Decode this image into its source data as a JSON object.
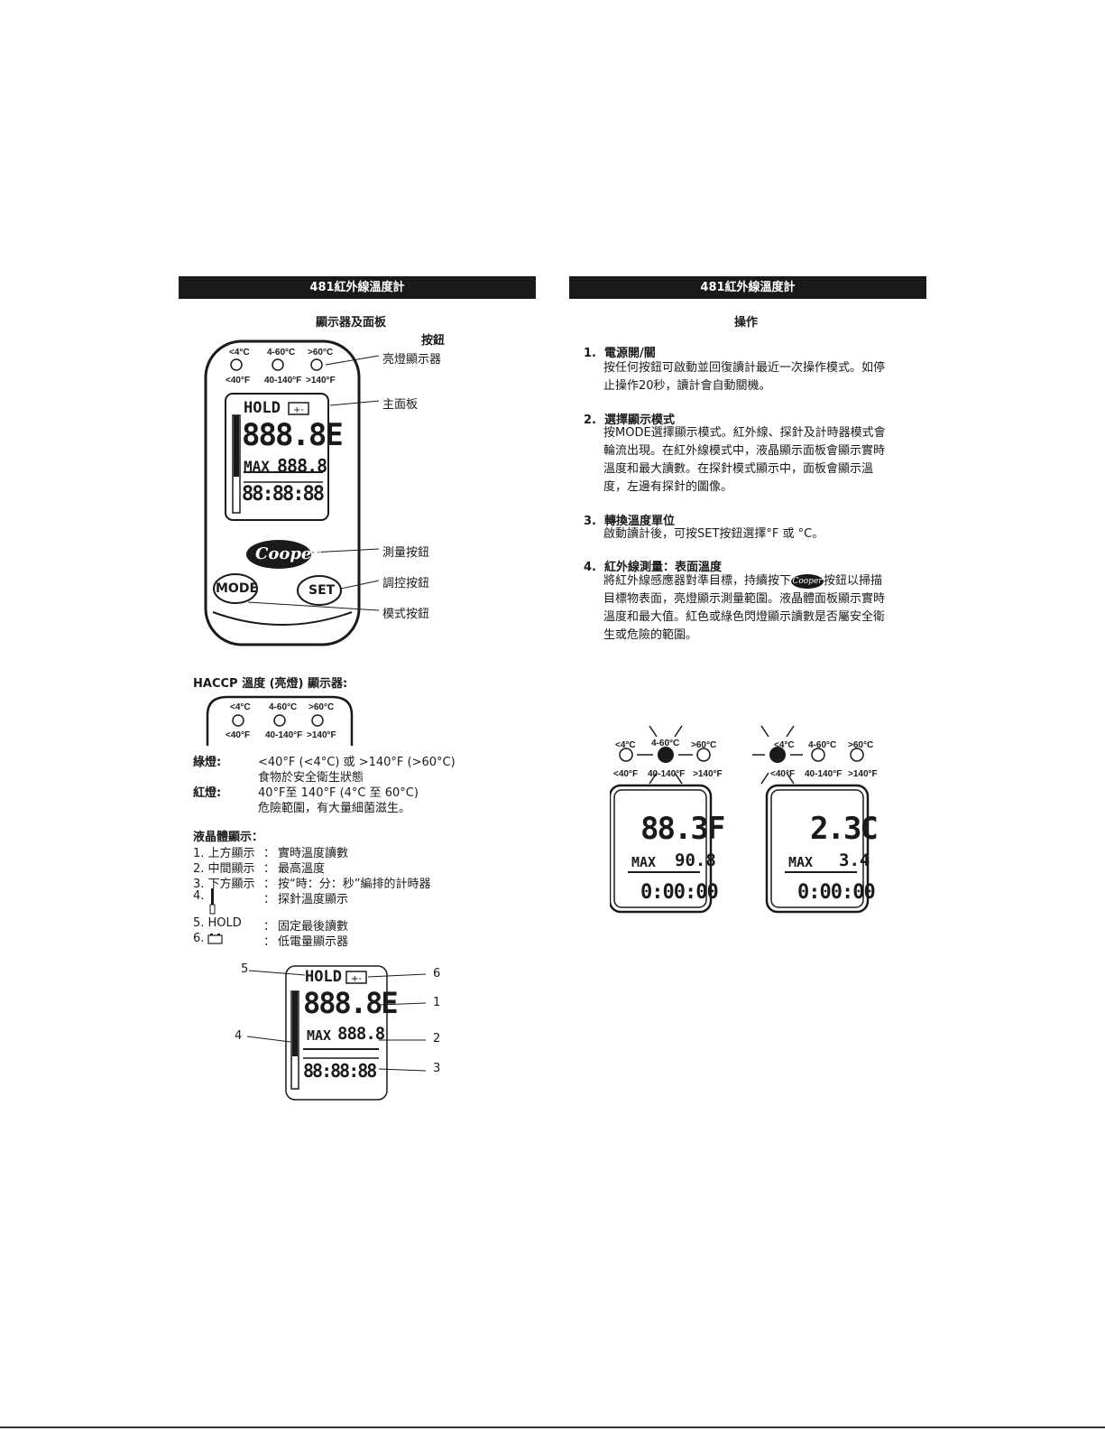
{
  "left": {
    "header": "481紅外線溫度計",
    "subtitle": "顯示器及面板",
    "buttons_label": "按鈕",
    "device": {
      "led_top": [
        "<4°C",
        "4-60°C",
        ">60°C"
      ],
      "led_bottom": [
        "<40°F",
        "40-140°F",
        ">140°F"
      ],
      "lcd_hold": "HOLD",
      "lcd_main": "888.8E",
      "lcd_max_label": "MAX",
      "lcd_max": "888.8",
      "lcd_timer": "88:88:88",
      "brand": "Cooper",
      "mode_btn": "MODE",
      "set_btn": "SET"
    },
    "callouts": [
      "亮燈顯示器",
      "主面板",
      "測量按鈕",
      "調控按鈕",
      "模式按鈕"
    ],
    "haccp": {
      "title": "HACCP 溫度 (亮燈) 顯示器:",
      "green_label": "綠燈:",
      "green_line1": "<40°F (<4°C) 或 >140°F (>60°C)",
      "green_line2": "食物於安全衛生狀態",
      "red_label": "紅燈:",
      "red_line1": "40°F至 140°F (4°C 至 60°C)",
      "red_line2": "危險範圍，有大量細菌滋生。"
    },
    "lcd": {
      "title": "液晶體顯示：",
      "items": [
        {
          "num": "1. 上方顯示",
          "sep": "：",
          "desc": "實時溫度讀數"
        },
        {
          "num": "2. 中間顯示",
          "sep": "：",
          "desc": "最高溫度"
        },
        {
          "num": "3. 下方顯示",
          "sep": "：",
          "desc": "按“時：分：秒”編排的計時器"
        },
        {
          "num": "4.",
          "sep": "：",
          "desc": "探針溫度顯示"
        },
        {
          "num": "5. HOLD",
          "sep": "：",
          "desc": "固定最後讀數"
        },
        {
          "num": "6.",
          "sep": "：",
          "desc": "低電量顯示器"
        }
      ],
      "diagram_numbers": [
        "5",
        "6",
        "1",
        "4",
        "2",
        "3"
      ]
    }
  },
  "right": {
    "header": "481紅外線溫度計",
    "subtitle": "操作",
    "sections": [
      {
        "num": "1.",
        "title": "電源開/關",
        "lines": [
          "按任何按鈕可啟動並回復讀計最近一次操作模式。如停",
          "止操作20秒，讀計會自動關機。"
        ]
      },
      {
        "num": "2.",
        "title": "選擇顯示模式",
        "lines": [
          "按MODE選擇顯示模式。紅外線、探針及計時器模式會",
          "輪流出現。在紅外線模式中，液晶顯示面板會顯示實時",
          "溫度和最大讀數。在探針模式顯示中，面板會顯示溫",
          "度，左邊有探針的圖像。"
        ]
      },
      {
        "num": "3.",
        "title": "轉換溫度單位",
        "lines": [
          "啟動讀計後，可按SET按鈕選擇°F 或 °C。"
        ]
      },
      {
        "num": "4.",
        "title": "紅外線測量：表面溫度",
        "lines": [
          "將紅外線感應器對準目標，持續按下",
          "按鈕以掃描",
          "目標物表面，亮燈顯示測量範圍。液晶體面板顯示實時",
          "溫度和最大值。紅色或綠色閃燈顯示讀數是否屬安全衛",
          "生或危險的範圍。"
        ]
      }
    ],
    "examples": [
      {
        "led_top": [
          "<4°C",
          "4-60°C",
          ">60°C"
        ],
        "led_bottom": [
          "<40°F",
          "40-140°F",
          ">140°F"
        ],
        "main": "88.3F",
        "max_label": "MAX",
        "max": "90.8",
        "timer": "0:00:00"
      },
      {
        "led_top": [
          "<4°C",
          "4-60°C",
          ">60°C"
        ],
        "led_bottom": [
          "<40°F",
          "40-140°F",
          ">140°F"
        ],
        "main": "2.3C",
        "max_label": "MAX",
        "max": "3.4",
        "timer": "0:00:00"
      }
    ]
  }
}
